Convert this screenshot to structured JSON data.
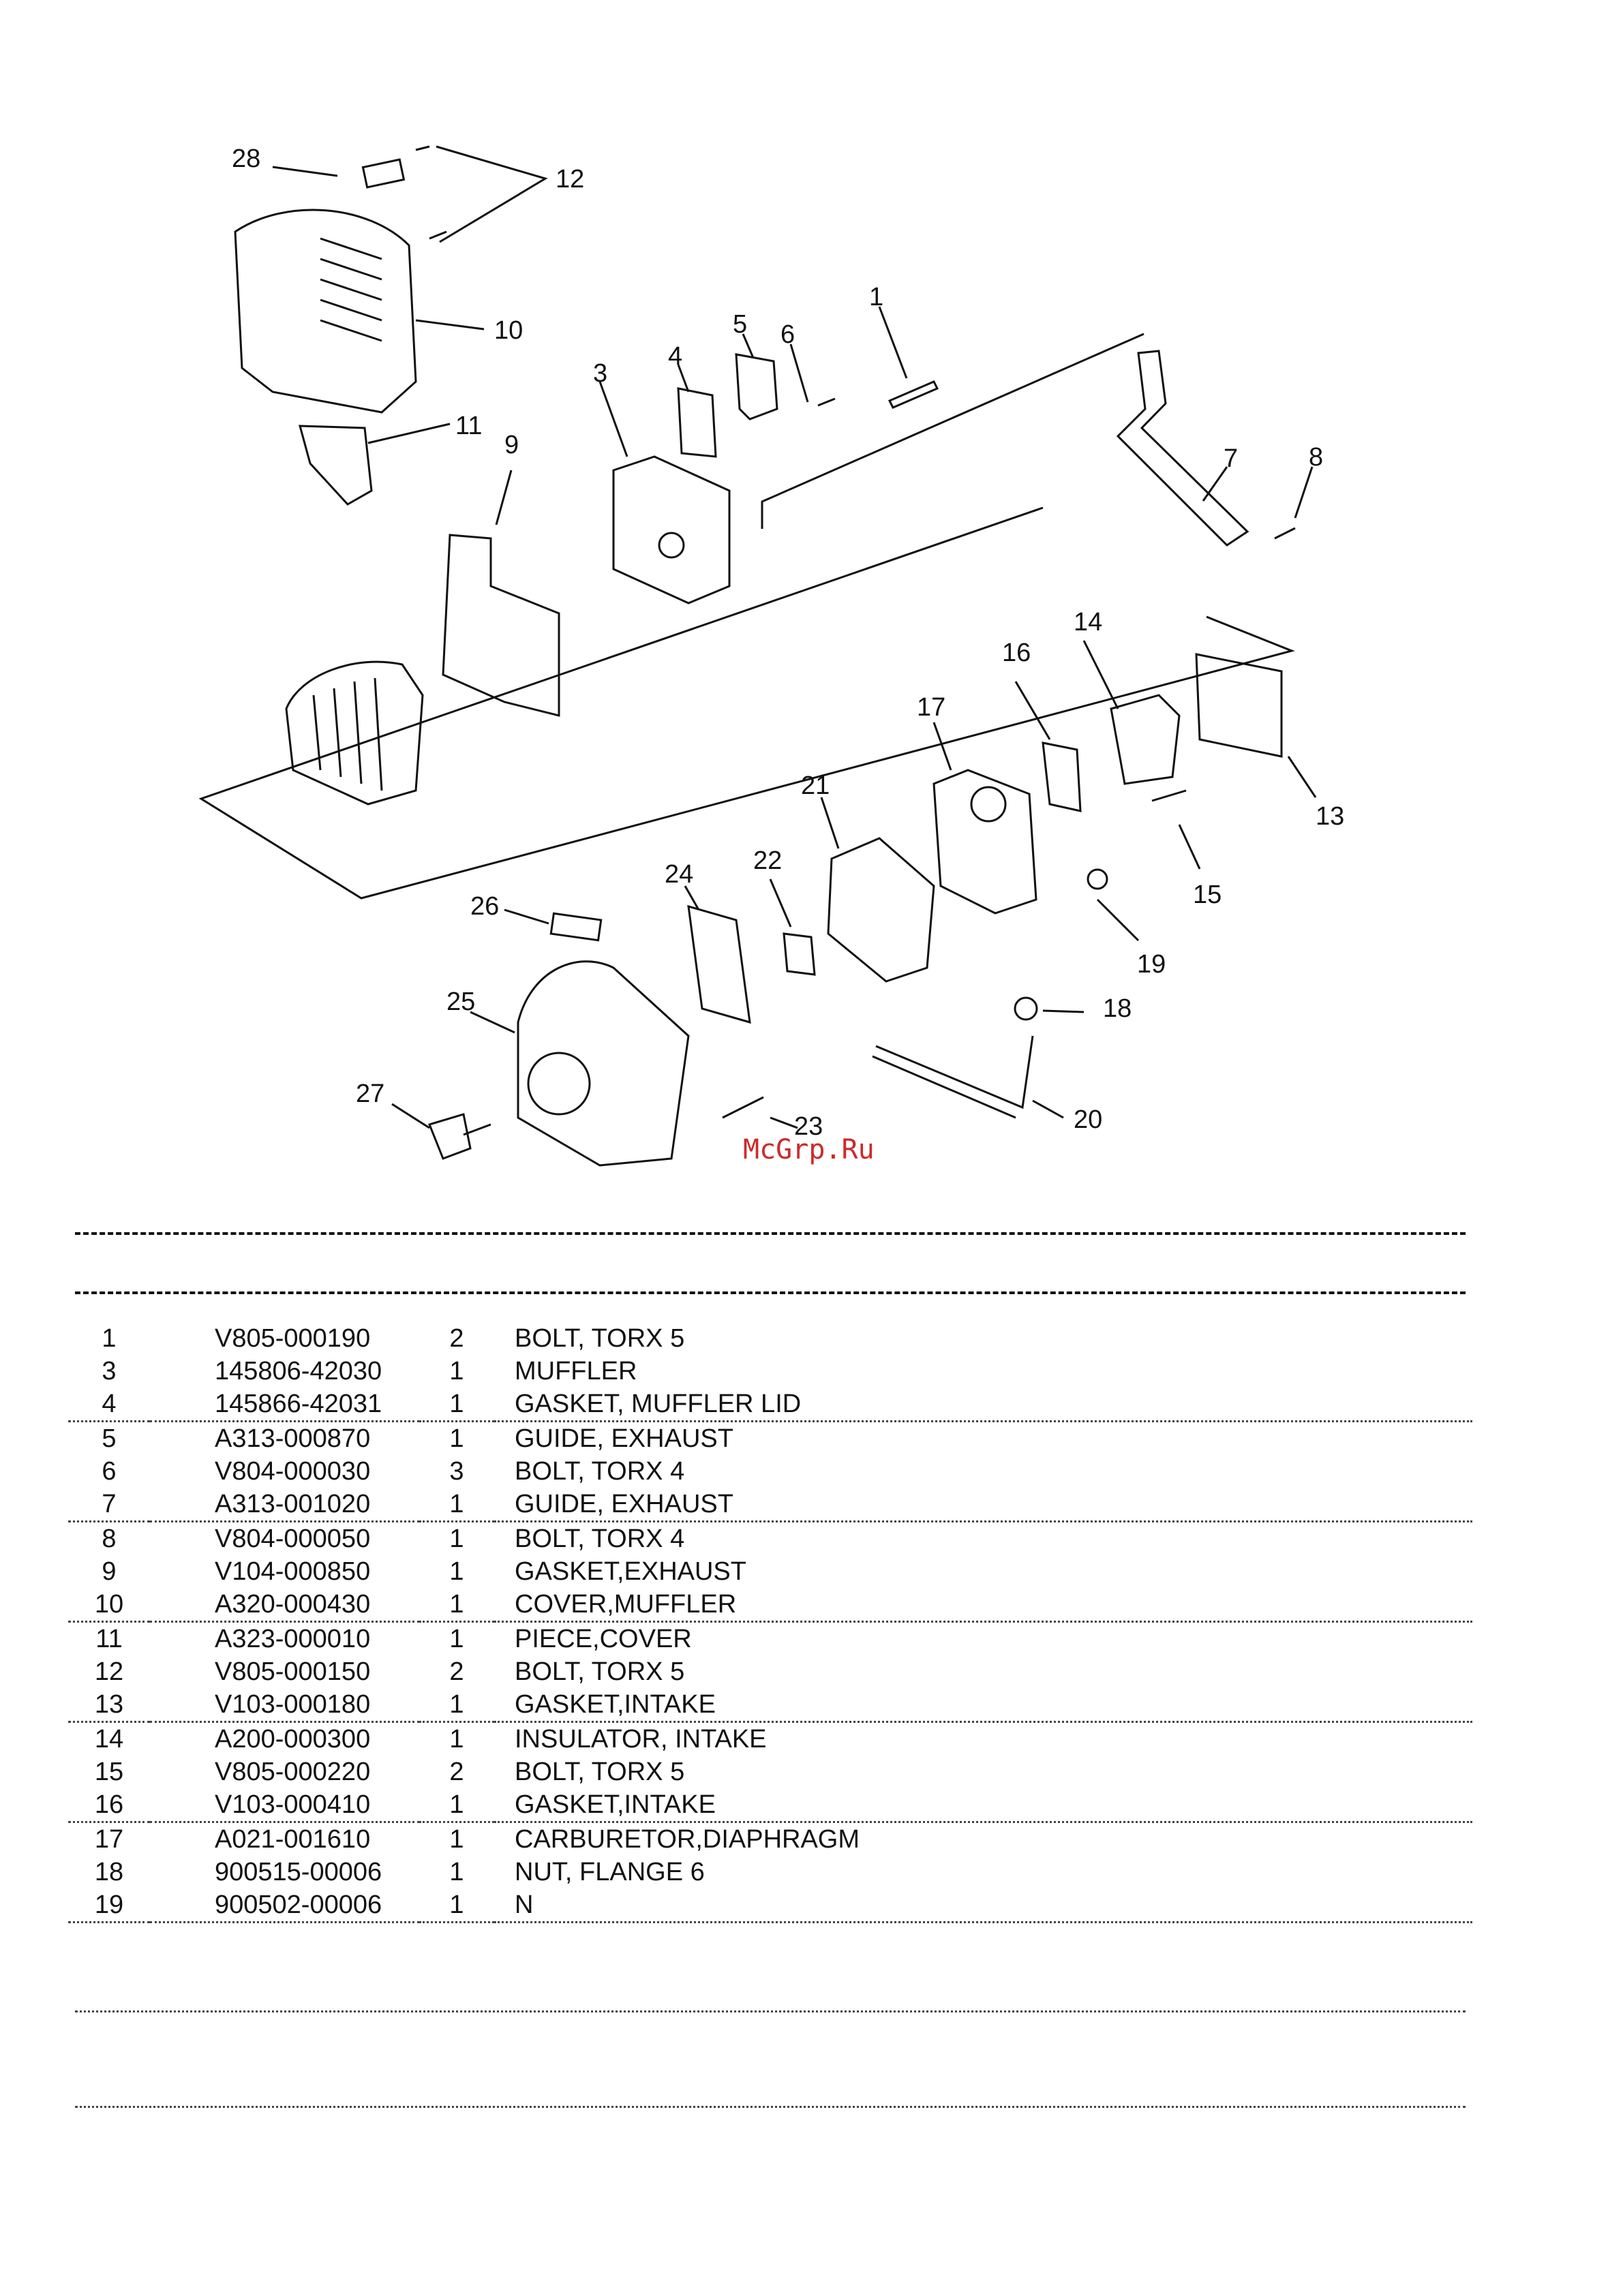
{
  "callouts": [
    "1",
    "3",
    "4",
    "5",
    "6",
    "7",
    "8",
    "9",
    "10",
    "11",
    "12",
    "13",
    "14",
    "15",
    "16",
    "17",
    "18",
    "19",
    "20",
    "21",
    "22",
    "23",
    "24",
    "25",
    "26",
    "27",
    "28"
  ],
  "watermark": "McGrp.Ru",
  "parts": [
    {
      "ref": "1",
      "part_no": "V805-000190",
      "qty": "2",
      "desc": "BOLT, TORX 5",
      "dotted": false
    },
    {
      "ref": "3",
      "part_no": "145806-42030",
      "qty": "1",
      "desc": "MUFFLER",
      "dotted": false
    },
    {
      "ref": "4",
      "part_no": "145866-42031",
      "qty": "1",
      "desc": "GASKET, MUFFLER LID",
      "dotted": true
    },
    {
      "ref": "5",
      "part_no": "A313-000870",
      "qty": "1",
      "desc": "GUIDE, EXHAUST",
      "dotted": false
    },
    {
      "ref": "6",
      "part_no": "V804-000030",
      "qty": "3",
      "desc": "BOLT, TORX 4",
      "dotted": false
    },
    {
      "ref": "7",
      "part_no": "A313-001020",
      "qty": "1",
      "desc": "GUIDE, EXHAUST",
      "dotted": true
    },
    {
      "ref": "8",
      "part_no": "V804-000050",
      "qty": "1",
      "desc": "BOLT, TORX 4",
      "dotted": false
    },
    {
      "ref": "9",
      "part_no": "V104-000850",
      "qty": "1",
      "desc": "GASKET,EXHAUST",
      "dotted": false
    },
    {
      "ref": "10",
      "part_no": "A320-000430",
      "qty": "1",
      "desc": "COVER,MUFFLER",
      "dotted": true
    },
    {
      "ref": "11",
      "part_no": "A323-000010",
      "qty": "1",
      "desc": "PIECE,COVER",
      "dotted": false
    },
    {
      "ref": "12",
      "part_no": "V805-000150",
      "qty": "2",
      "desc": "BOLT, TORX 5",
      "dotted": false
    },
    {
      "ref": "13",
      "part_no": "V103-000180",
      "qty": "1",
      "desc": "GASKET,INTAKE",
      "dotted": true
    },
    {
      "ref": "14",
      "part_no": "A200-000300",
      "qty": "1",
      "desc": "INSULATOR, INTAKE",
      "dotted": false
    },
    {
      "ref": "15",
      "part_no": "V805-000220",
      "qty": "2",
      "desc": "BOLT, TORX 5",
      "dotted": false
    },
    {
      "ref": "16",
      "part_no": "V103-000410",
      "qty": "1",
      "desc": "GASKET,INTAKE",
      "dotted": true
    },
    {
      "ref": "17",
      "part_no": "A021-001610",
      "qty": "1",
      "desc": "CARBURETOR,DIAPHRAGM",
      "dotted": false
    },
    {
      "ref": "18",
      "part_no": "900515-00006",
      "qty": "1",
      "desc": "NUT, FLANGE  6",
      "dotted": false
    },
    {
      "ref": "19",
      "part_no": "900502-00006",
      "qty": "1",
      "desc": "N",
      "dotted": true
    }
  ]
}
